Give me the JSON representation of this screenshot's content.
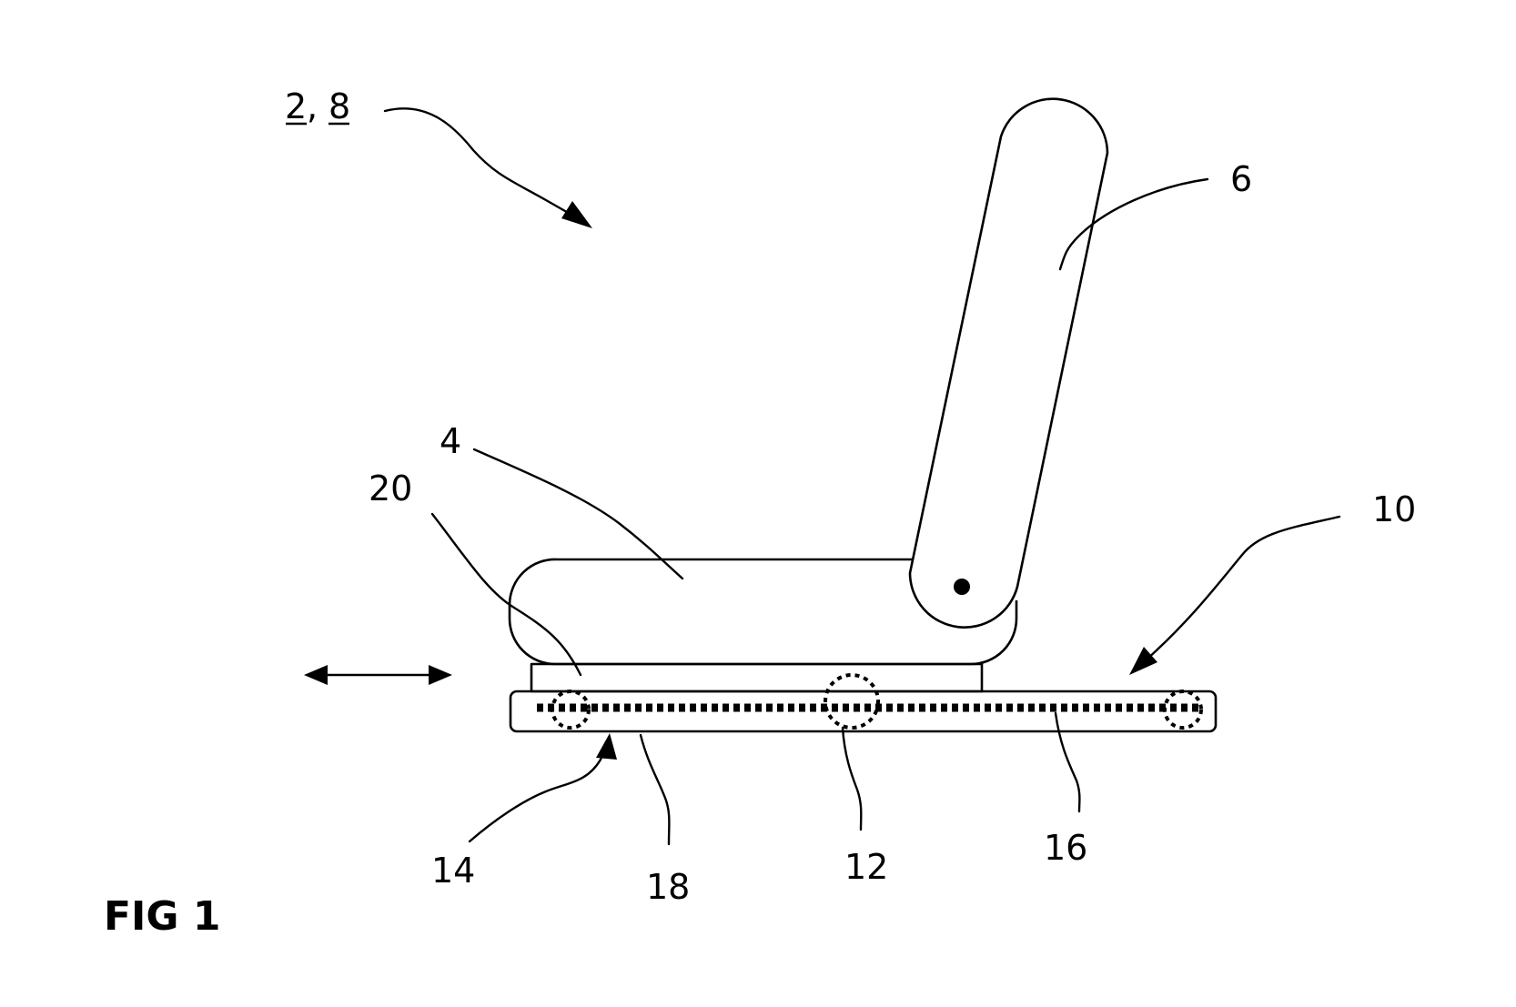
{
  "figure": {
    "caption": "FIG 1",
    "labels": {
      "seat_ref_a": "2",
      "seat_ref_sep": ",",
      "seat_ref_b": "8",
      "cushion": "4",
      "backrest": "6",
      "rail_system": "10",
      "roller": "12",
      "arrow_14": "14",
      "rail": "16",
      "rail_body": "18",
      "base": "20"
    }
  }
}
